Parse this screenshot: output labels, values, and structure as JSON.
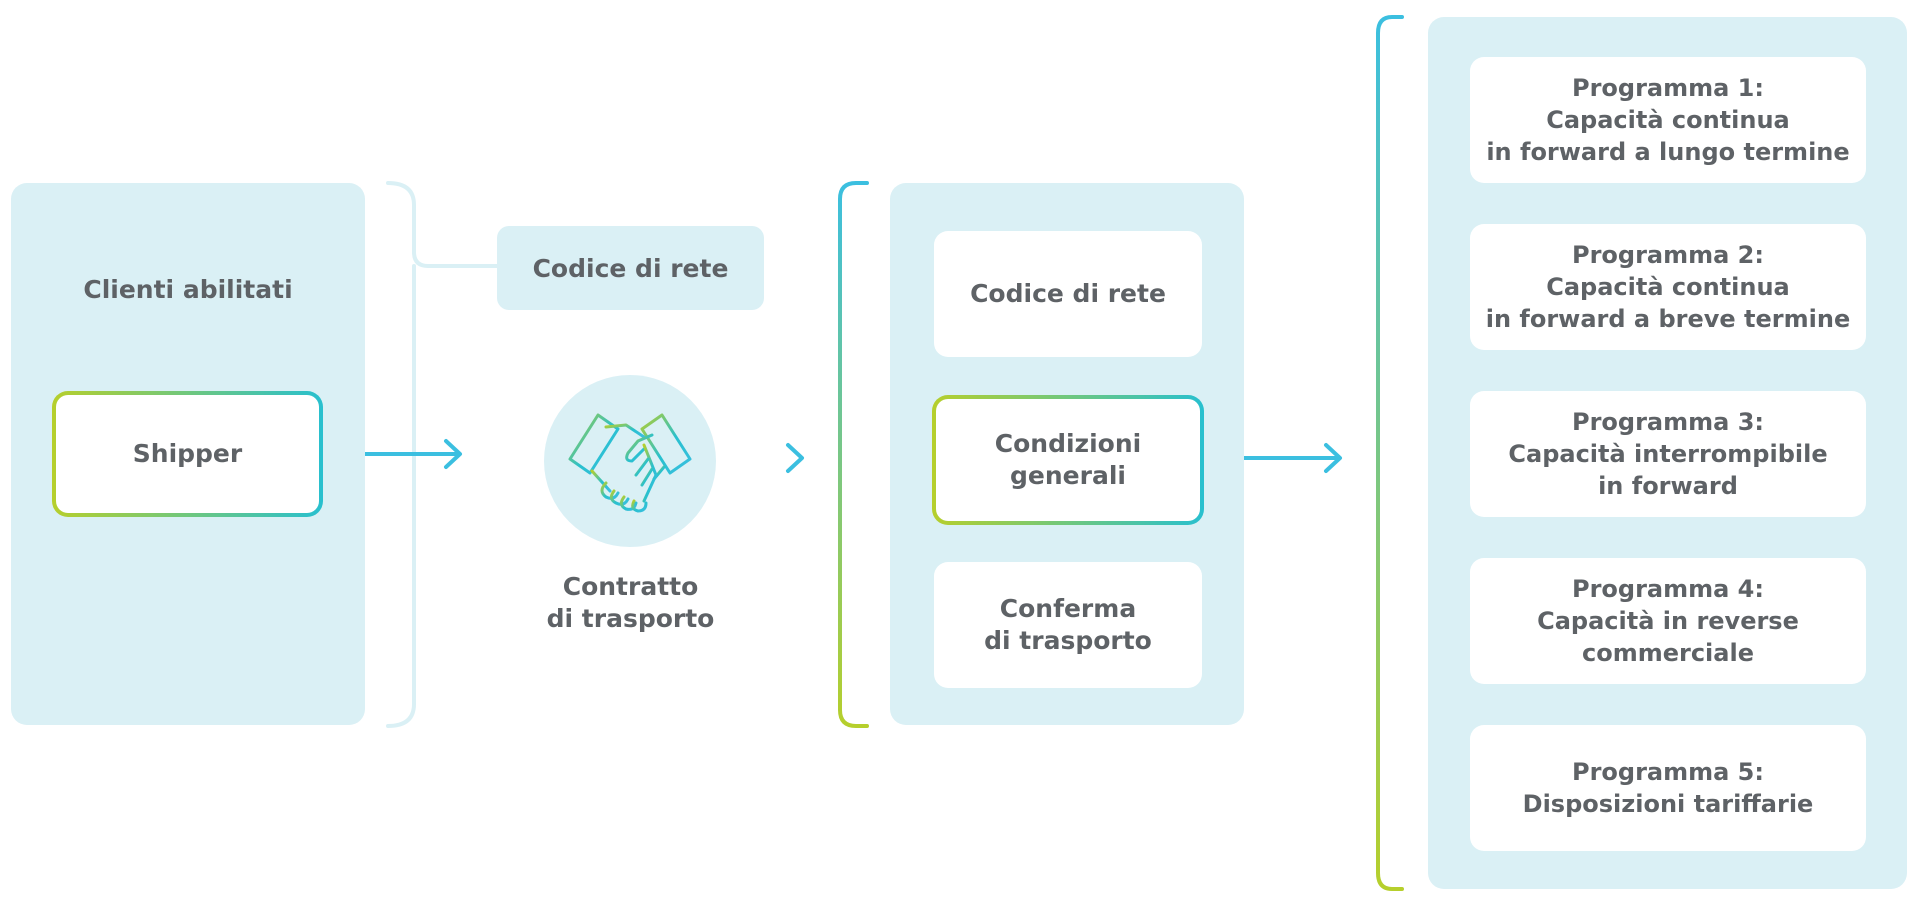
{
  "clients": {
    "title": "Clienti abilitati",
    "shipper_label": "Shipper"
  },
  "contract": {
    "network_code_label": "Codice di rete",
    "label": "Contratto\ndi trasporto",
    "icon": "handshake-icon"
  },
  "components": {
    "items": [
      "Codice di rete",
      "Condizioni\ngenerali",
      "Conferma\ndi trasporto"
    ]
  },
  "programs": {
    "items": [
      "Programma 1:\nCapacità continua\nin forward a lungo termine",
      "Programma 2:\nCapacità continua\nin forward a breve termine",
      "Programma 3:\nCapacità interrompibile\nin forward",
      "Programma 4:\nCapacità in reverse\ncommerciale",
      "Programma 5:\nDisposizioni tariffarie"
    ]
  },
  "colors": {
    "panel": "#daf0f5",
    "cyan": "#28c0cf",
    "arrow": "#3bbfe0",
    "lime": "#b6cf2c",
    "text": "#5e6266"
  }
}
